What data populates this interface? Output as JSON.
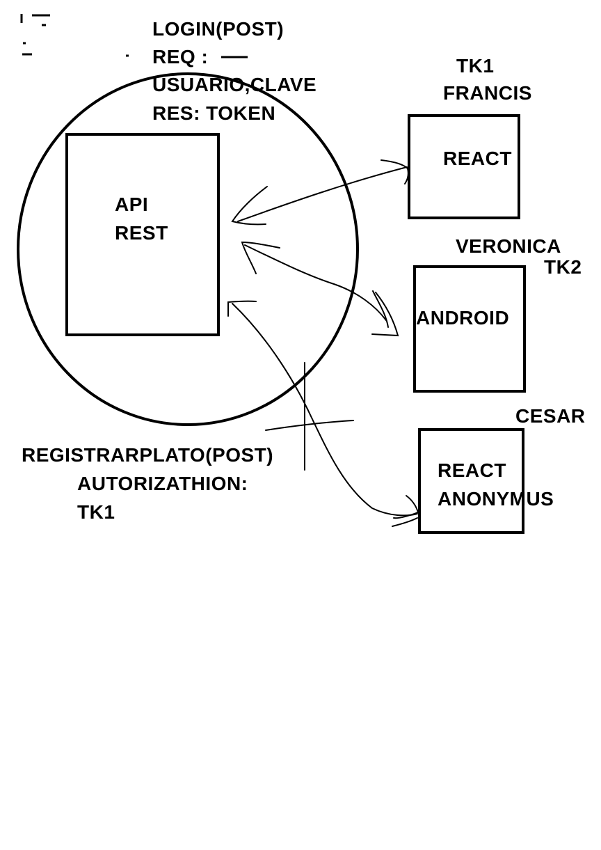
{
  "login": {
    "line1": "LOGIN(POST)",
    "line2": "REQ :",
    "line3": "USUARIO,CLAVE",
    "line4": "RES: TOKEN"
  },
  "api": {
    "line1": "API",
    "line2": "REST"
  },
  "client_react": {
    "token": "TK1",
    "user": "FRANCIS",
    "label": "REACT"
  },
  "client_android": {
    "user": "VERONICA",
    "token": "TK2",
    "label": "ANDROID"
  },
  "client_anonymous": {
    "user": "CESAR",
    "line1": "REACT",
    "line2": "ANONYMUS"
  },
  "register": {
    "line1": "REGISTRARPLATO(POST)",
    "line2": "AUTORIZATHION:",
    "line3": "TK1"
  },
  "colors": {
    "ink": "#000000",
    "background": "#ffffff"
  }
}
